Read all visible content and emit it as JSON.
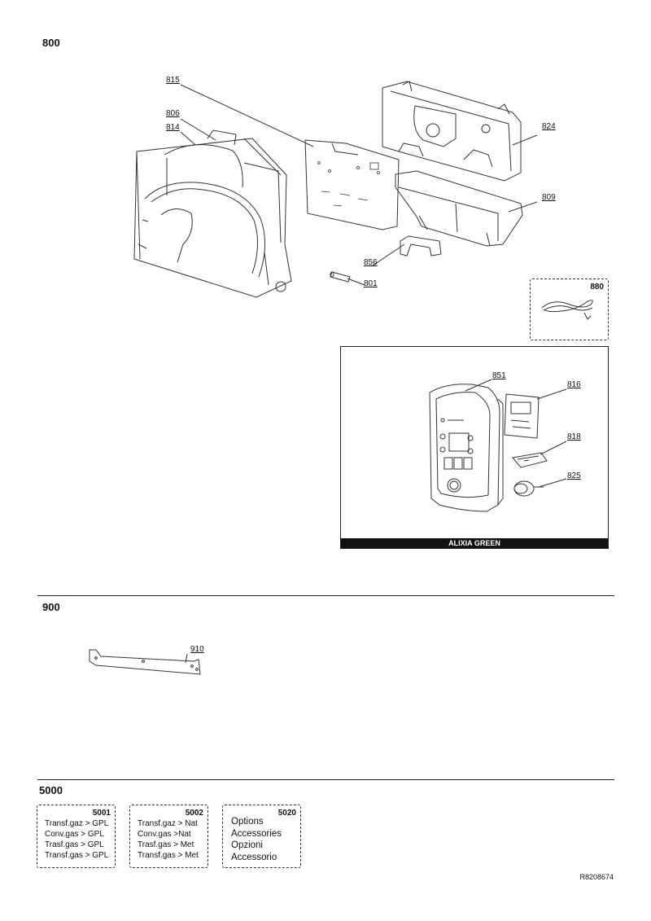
{
  "sections": {
    "s800": {
      "title": "800"
    },
    "s900": {
      "title": "900"
    },
    "s5000": {
      "title": "5000"
    }
  },
  "callouts": {
    "c815": "815",
    "c806": "806",
    "c814": "814",
    "c824": "824",
    "c809": "809",
    "c856": "856",
    "c801": "801",
    "c851": "851",
    "c816": "816",
    "c818": "818",
    "c825": "825",
    "c910": "910"
  },
  "box880": {
    "number": "880"
  },
  "panel": {
    "banner": "ALIXIA GREEN"
  },
  "accessories": [
    {
      "number": "5001",
      "lines": [
        "Transf.gaz > GPL",
        "Conv.gas > GPL",
        "Trasf.gas > GPL",
        "Transf.gas > GPL"
      ]
    },
    {
      "number": "5002",
      "lines": [
        "Transf.gaz >  Nat",
        "Conv.gas >Nat",
        "Trasf.gas > Met",
        "Transf.gas > Met"
      ]
    },
    {
      "number": "5020",
      "lines": [
        "Options",
        "Accessories",
        "Opzioni",
        "Accessorio"
      ]
    }
  ],
  "reference": "R8208674"
}
